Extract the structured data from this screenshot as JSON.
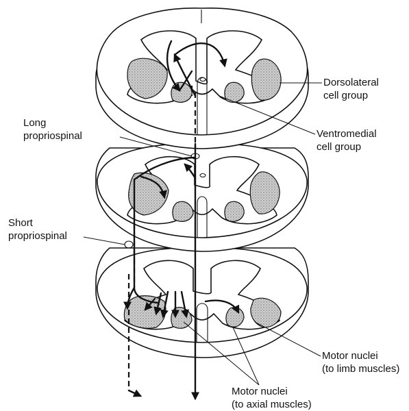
{
  "labels": {
    "dorsolateral": [
      "Dorsolateral",
      "cell group"
    ],
    "ventromedial": [
      "Ventromedial",
      "cell group"
    ],
    "long": [
      "Long",
      "propriospinal"
    ],
    "short": [
      "Short",
      "propriospinal"
    ],
    "motor_limb": [
      "Motor nuclei",
      "(to limb muscles)"
    ],
    "motor_axial": [
      "Motor nuclei",
      "(to axial muscles)"
    ]
  }
}
